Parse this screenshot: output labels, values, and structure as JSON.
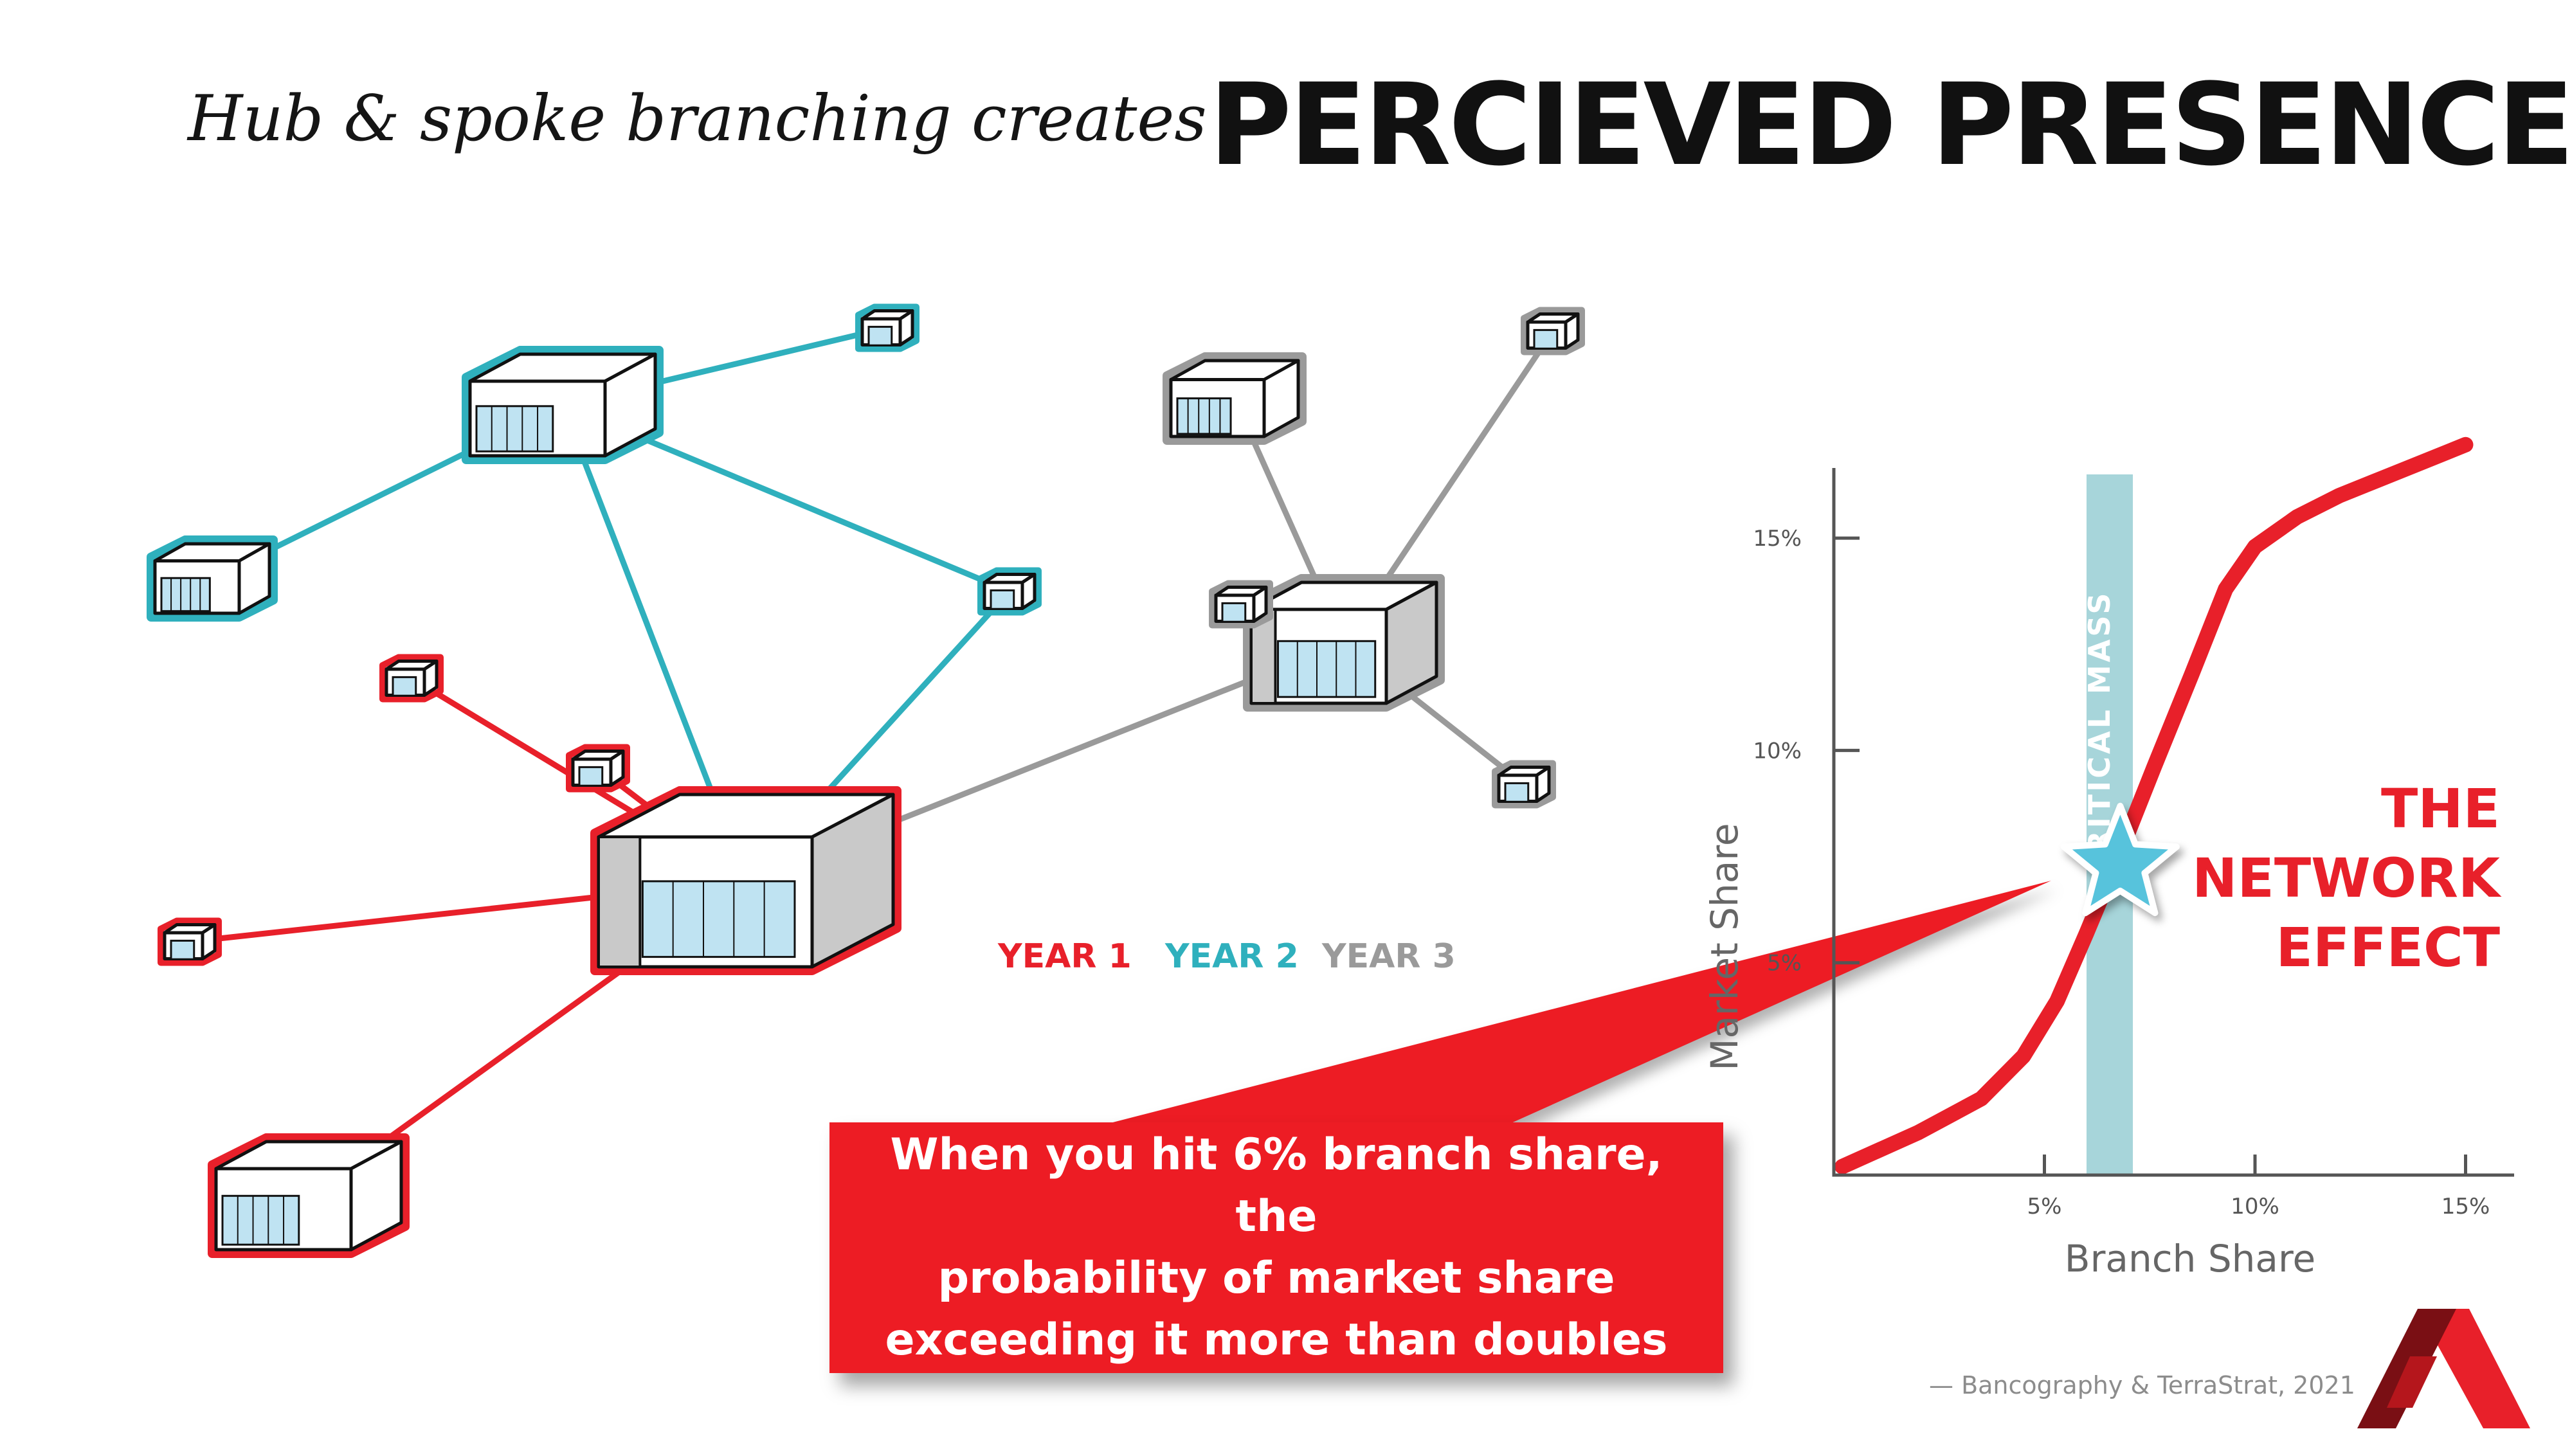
{
  "header": {
    "intro": "Hub & spoke branching creates",
    "headline": "PERCIEVED PRESENCE"
  },
  "legend": {
    "year1": "YEAR 1",
    "year2": "YEAR 2",
    "year3": "YEAR 3"
  },
  "colors": {
    "year1": "#e8202a",
    "year2": "#2fb0bd",
    "year3": "#9a9a9a",
    "critical_mass": "#a7d5da",
    "star": "#57c3dc",
    "callout": "#ed1c24"
  },
  "icons": [
    "building-icon",
    "star-icon",
    "logo-a-icon"
  ],
  "callout": {
    "lines": [
      "When you hit 6% branch share, the",
      "probability of market share",
      "exceeding it more than doubles"
    ]
  },
  "network_effect": {
    "lines": [
      "THE",
      "NETWORK",
      "EFFECT"
    ]
  },
  "chart_data": {
    "type": "line",
    "xlabel": "Branch Share",
    "ylabel": "Market Share",
    "xlim": [
      0,
      16
    ],
    "ylim": [
      0,
      16.5
    ],
    "x_ticks": [
      {
        "value": 5,
        "label": "5%"
      },
      {
        "value": 10,
        "label": "10%"
      },
      {
        "value": 15,
        "label": "15%"
      }
    ],
    "y_ticks": [
      {
        "value": 5,
        "label": "5%"
      },
      {
        "value": 10,
        "label": "10%"
      },
      {
        "value": 15,
        "label": "15%"
      }
    ],
    "band": {
      "x_from": 6,
      "x_to": 7.1,
      "label": "CRITICAL MASS"
    },
    "marker": {
      "x": 6.8,
      "y": 7.3
    },
    "x": [
      0.2,
      2,
      3.5,
      4.5,
      5.3,
      6,
      6.8,
      7.6,
      8.5,
      9.3,
      10,
      11,
      12,
      13,
      14,
      15
    ],
    "y": [
      0.2,
      1.0,
      1.8,
      2.8,
      4.1,
      5.7,
      7.6,
      9.6,
      11.8,
      13.8,
      14.8,
      15.5,
      16.0,
      16.4,
      16.8,
      17.2
    ],
    "grid": false
  },
  "credit": "— Bancography & TerraStrat, 2021"
}
